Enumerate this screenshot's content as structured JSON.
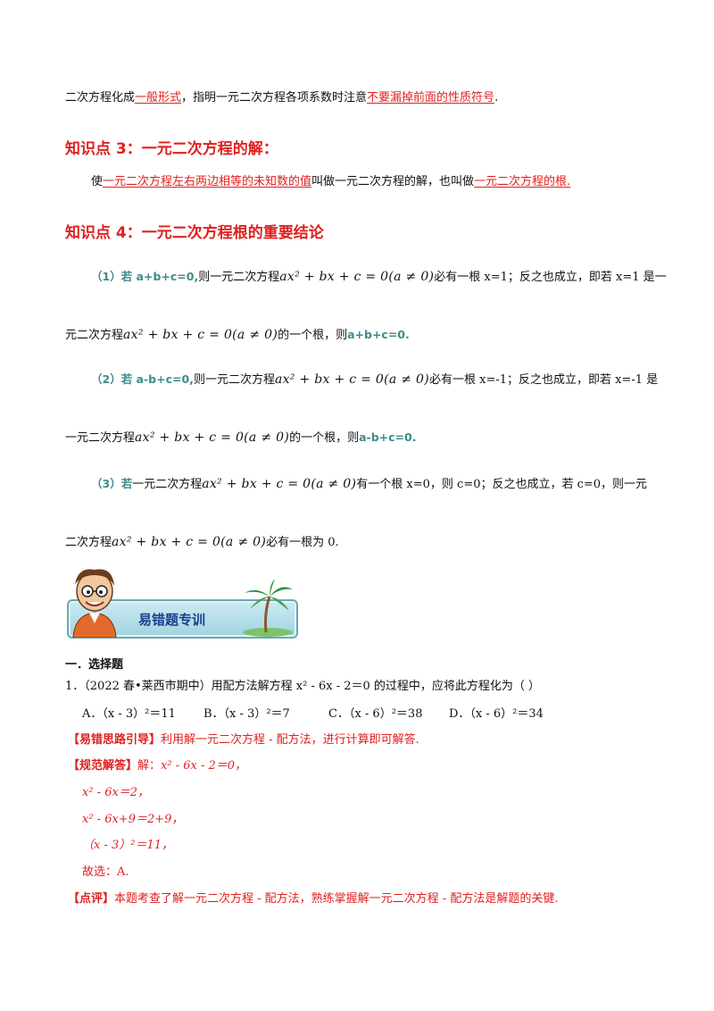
{
  "intro": {
    "p1": "二次方程化成",
    "u1": "一般形式",
    "p2": "，指明一元二次方程各项系数时注意",
    "u2": "不要漏掉前面的性质符号",
    "p3": "."
  },
  "k3": {
    "title": "知识点 3：一元二次方程的解：",
    "p1": "使",
    "u1": "一元二次方程左右两边相等的未知数的值",
    "p2": "叫做一元二次方程的解，也叫做",
    "u2": "一元二次方程的根."
  },
  "k4": {
    "title": "知识点 4：一元二次方程根的重要结论",
    "equation": "ax² + bx + c = 0(a ≠ 0)",
    "item1": {
      "cond": "（1）若 a+b+c=0,",
      "a": "则一元二次方程",
      "b": "必有一根 x=1；反之也成立，即若 x=1 是一",
      "c": "元二次方程",
      "d": "的一个根，则",
      "e": "a+b+c=0."
    },
    "item2": {
      "cond": "（2）若 a-b+c=0,",
      "a": "则一元二次方程",
      "b": "必有一根 x=-1；反之也成立，即若 x=-1 是",
      "c": "一元二次方程",
      "d": "的一个根，则",
      "e": "a-b+c=0."
    },
    "item3": {
      "cond": "（3）若",
      "a": "一元二次方程",
      "b": "有一个根 x=0，则 c=0；反之也成立，若 c=0，则一元",
      "c": "二次方程",
      "d": "必有一根为 0."
    }
  },
  "banner": {
    "label": "易错题专训"
  },
  "section": {
    "title": "一．选择题"
  },
  "q1": {
    "stem": "1．（2022 春•莱西市期中）用配方法解方程 x² - 6x - 2＝0 的过程中，应将此方程化为（      ）",
    "options": [
      "A．（x - 3）²＝11",
      "B．（x - 3）²＝7",
      "C．（x - 6）²＝38",
      "D．（x - 6）²＝34"
    ],
    "hint_tag": "【易错思路引导】",
    "hint": "利用解一元二次方程 - 配方法，进行计算即可解答.",
    "sol_tag": "【规范解答】",
    "sol_lead": "解：",
    "sol_lines": [
      "x² - 6x - 2＝0，",
      "x² - 6x＝2，",
      "x² - 6x+9＝2+9，",
      "（x - 3）²＝11，",
      "故选：A."
    ],
    "review_tag": "【点评】",
    "review": "本题考查了解一元二次方程 - 配方法，熟练掌握解一元二次方程 - 配方法是解题的关键."
  },
  "colors": {
    "accent_red": "#e0201f",
    "teal": "#3d8c8a",
    "banner_text": "#1a3f8c"
  }
}
